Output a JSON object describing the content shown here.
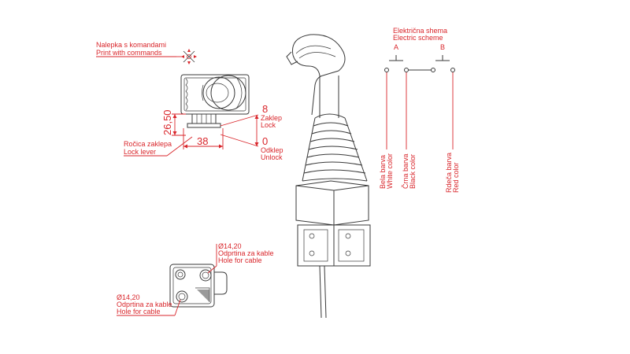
{
  "labels": {
    "print_sl": "Nalepka s komandami",
    "print_en": "Print with commands",
    "dim_height": "26,50",
    "dim_width": "38",
    "lock_value": "8",
    "lock_sl": "Zaklep",
    "lock_en": "Lock",
    "unlock_value": "0",
    "unlock_sl": "Odklep",
    "unlock_en": "Unlock",
    "lever_sl": "Ročica zaklepa",
    "lever_en": "Lock lever",
    "scheme_sl": "Električna shema",
    "scheme_en": "Electric scheme",
    "contact_a": "A",
    "contact_b": "B",
    "wire_white_sl": "Bela barva",
    "wire_white_en": "White color",
    "wire_black_sl": "Črna barva",
    "wire_black_en": "Black color",
    "wire_red_sl": "Rdeča barva",
    "wire_red_en": "Red color",
    "hole_top_dia": "Ø14,20",
    "hole_top_sl": "Odprtina za kable",
    "hole_top_en": "Hole for cable",
    "hole_bottom_dia": "Ø14,20",
    "hole_bottom_sl": "Odprtina za kable",
    "hole_bottom_en": "Hole for cable"
  },
  "colors": {
    "annotation": "#d9262b",
    "drawing": "#3a3a3a",
    "background": "#ffffff"
  }
}
